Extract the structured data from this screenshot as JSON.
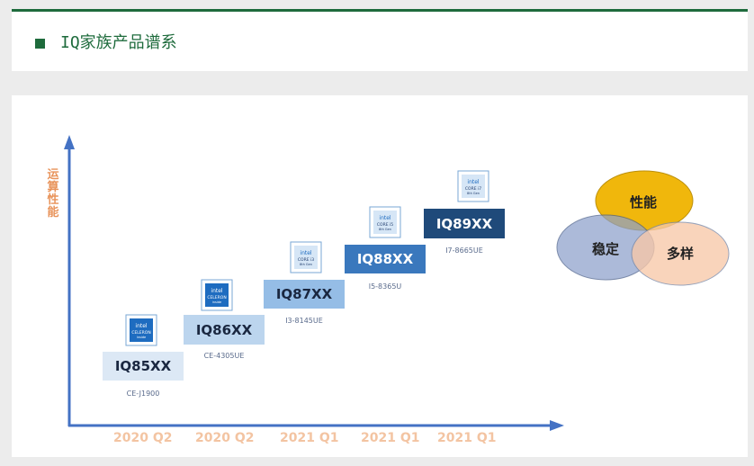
{
  "header": {
    "title": "IQ家族产品谱系"
  },
  "chart": {
    "y_axis_label": "运算性能",
    "products": [
      {
        "name": "IQ85XX",
        "cpu": "CE-J1900",
        "period": "2020 Q2",
        "chip_line1": "intel",
        "chip_line2": "CELERON",
        "chip_line3": "inside",
        "bg": "#dce8f5",
        "fg": "#1a2740"
      },
      {
        "name": "IQ86XX",
        "cpu": "CE-4305UE",
        "period": "2020 Q2",
        "chip_line1": "intel",
        "chip_line2": "CELERON",
        "chip_line3": "inside",
        "bg": "#bcd5ee",
        "fg": "#1a2740"
      },
      {
        "name": "IQ87XX",
        "cpu": "I3-8145UE",
        "period": "2021 Q1",
        "chip_line1": "intel",
        "chip_line2": "CORE i3",
        "chip_line3": "8th Gen",
        "bg": "#95bde6",
        "fg": "#1a2740"
      },
      {
        "name": "IQ88XX",
        "cpu": "I5-8365U",
        "period": "2021 Q1",
        "chip_line1": "intel",
        "chip_line2": "CORE i5",
        "chip_line3": "8th Gen",
        "bg": "#3a78bd",
        "fg": "#ffffff"
      },
      {
        "name": "IQ89XX",
        "cpu": "I7-8665UE",
        "period": "2021 Q1",
        "chip_line1": "intel",
        "chip_line2": "CORE i7",
        "chip_line3": "8th Gen",
        "bg": "#1f4a7a",
        "fg": "#ffffff"
      }
    ]
  },
  "venn": {
    "top": "性能",
    "left": "稳定",
    "right": "多样"
  },
  "colors": {
    "accent_green": "#1e6b3c",
    "axis_blue": "#4472c4",
    "label_orange": "#e8935a",
    "venn_top": "#f0b400",
    "venn_left": "#8da0cb",
    "venn_right": "#f8c8a8"
  }
}
